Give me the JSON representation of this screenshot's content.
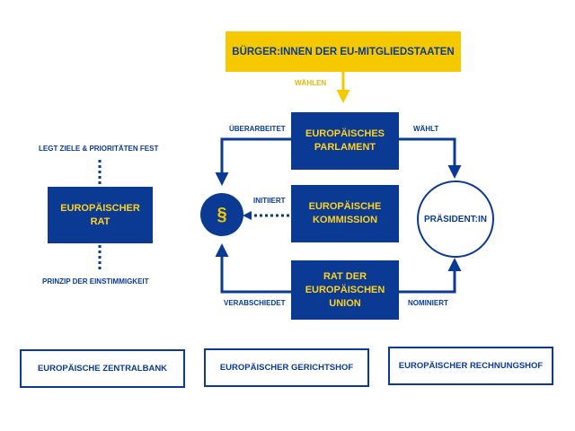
{
  "citizens": {
    "label": "Bürger:innen der EU-Mitgliedstaaten"
  },
  "labels": {
    "waehlen": "wählen",
    "ueberarbeitet": "überarbeitet",
    "waehlt": "wählt",
    "initiiert": "initiiert",
    "verabschiedet": "verabschiedet",
    "nominiert": "nominiert",
    "legt_ziele": "legt Ziele & Prioritäten fest",
    "prinzip": "Prinzip der Einstimmigkeit"
  },
  "institutions": {
    "parlament": "Europäisches Parlament",
    "kommission": "Europäische Kommission",
    "rat_eu": "Rat der Europäischen Union",
    "europaeischer_rat": "Europäischer Rat"
  },
  "law_symbol": "§",
  "president": {
    "label": "Präsident:in"
  },
  "bottom_boxes": [
    "Europäische Zentralbank",
    "Europäischer Gerichtshof",
    "Europäischer Rechnungshof"
  ],
  "colors": {
    "navy": "#0a3a94",
    "yellow": "#f5c800",
    "label_yellow": "#e6b800",
    "white": "#ffffff"
  }
}
